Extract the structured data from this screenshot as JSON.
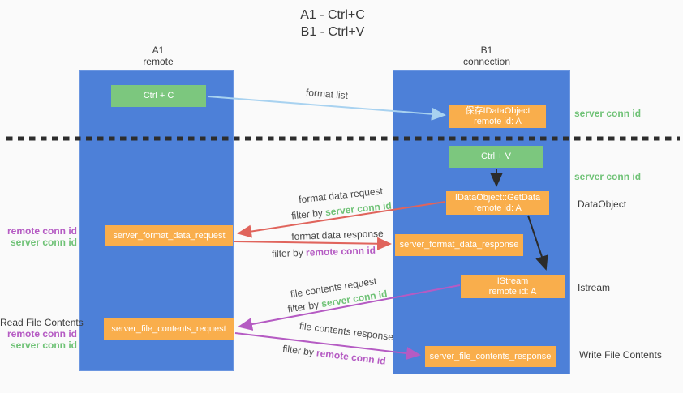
{
  "title": {
    "line1": "A1 - Ctrl+C",
    "line2": "B1 - Ctrl+V"
  },
  "lifelines": {
    "left": {
      "id": "A1",
      "label": "remote"
    },
    "right": {
      "id": "B1",
      "label": "connection"
    }
  },
  "nodes": {
    "ctrl_c": {
      "label": "Ctrl + C"
    },
    "ctrl_v": {
      "label": "Ctrl + V"
    },
    "save_dataobject": {
      "line1": "保存IDataObject",
      "line2": "remote id: A"
    },
    "getdata": {
      "line1": "IDataObject::GetData",
      "line2": "remote id: A"
    },
    "istream": {
      "line1": "IStream",
      "line2": "remote id: A"
    },
    "server_format_data_request": {
      "label": "server_format_data_request"
    },
    "server_format_data_response": {
      "label": "server_format_data_response"
    },
    "server_file_contents_request": {
      "label": "server_file_contents_request"
    },
    "server_file_contents_response": {
      "label": "server_file_contents_response"
    }
  },
  "arrows": {
    "format_list": {
      "label": "format list"
    },
    "format_data_request": {
      "label": "format data request",
      "filter_prefix": "filter by ",
      "filter_key": "server conn id"
    },
    "format_data_response": {
      "label": "format data response",
      "filter_prefix": "filter by ",
      "filter_key": "remote conn id"
    },
    "file_contents_request": {
      "label": "file contents request",
      "filter_prefix": "filter by ",
      "filter_key": "server conn id"
    },
    "file_contents_response": {
      "label": "file contents response",
      "filter_prefix": "filter by ",
      "filter_key": "remote conn id"
    }
  },
  "side_labels": {
    "right_server_conn_top": "server conn id",
    "right_server_conn_mid": "server conn id",
    "dataobject": "DataObject",
    "istream": "Istream",
    "write_file_contents": "Write File Contents",
    "left_remote_conn_top": "remote conn id",
    "left_server_conn_top": "server conn id",
    "read_file_contents": "Read File Contents",
    "left_remote_conn_bottom": "remote conn id",
    "left_server_conn_bottom": "server conn id"
  },
  "colors": {
    "lifeline_blue": "#4d80d8",
    "action_green": "#7cc77e",
    "message_orange": "#f9ae4c",
    "request_red": "#e0645c",
    "remote_purple": "#b55bc3",
    "server_green": "#6fc276",
    "format_list_blue": "#a8d2f0",
    "flow_black": "#2b2b2b"
  }
}
